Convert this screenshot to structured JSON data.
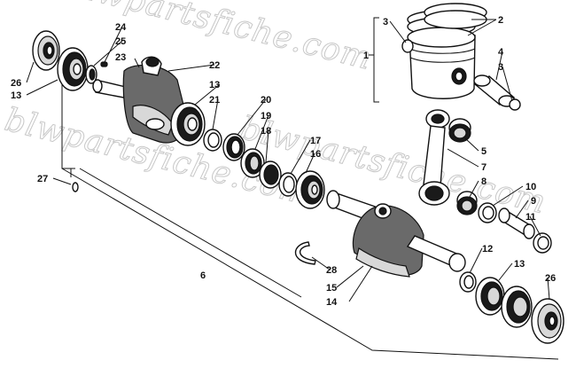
{
  "watermark": {
    "text": "blwpartsfiche.com"
  },
  "callouts": [
    {
      "id": "c1",
      "label": "1"
    },
    {
      "id": "c2",
      "label": "2"
    },
    {
      "id": "c3a",
      "label": "3"
    },
    {
      "id": "c3b",
      "label": "3"
    },
    {
      "id": "c4",
      "label": "4"
    },
    {
      "id": "c5",
      "label": "5"
    },
    {
      "id": "c6",
      "label": "6"
    },
    {
      "id": "c7",
      "label": "7"
    },
    {
      "id": "c8",
      "label": "8"
    },
    {
      "id": "c9",
      "label": "9"
    },
    {
      "id": "c10",
      "label": "10"
    },
    {
      "id": "c11",
      "label": "11"
    },
    {
      "id": "c12",
      "label": "12"
    },
    {
      "id": "c13a",
      "label": "13"
    },
    {
      "id": "c13b",
      "label": "13"
    },
    {
      "id": "c13c",
      "label": "13"
    },
    {
      "id": "c14",
      "label": "14"
    },
    {
      "id": "c15",
      "label": "15"
    },
    {
      "id": "c16",
      "label": "16"
    },
    {
      "id": "c17",
      "label": "17"
    },
    {
      "id": "c18",
      "label": "18"
    },
    {
      "id": "c19",
      "label": "19"
    },
    {
      "id": "c20",
      "label": "20"
    },
    {
      "id": "c21",
      "label": "21"
    },
    {
      "id": "c22",
      "label": "22"
    },
    {
      "id": "c23",
      "label": "23"
    },
    {
      "id": "c24",
      "label": "24"
    },
    {
      "id": "c25",
      "label": "25"
    },
    {
      "id": "c26a",
      "label": "26"
    },
    {
      "id": "c26b",
      "label": "26"
    },
    {
      "id": "c27",
      "label": "27"
    },
    {
      "id": "c28",
      "label": "28"
    }
  ]
}
